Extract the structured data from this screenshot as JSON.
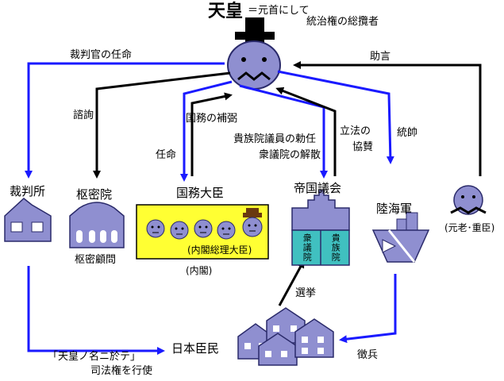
{
  "emperor": {
    "title": "天皇",
    "desc_line1": "＝元首にして",
    "desc_line2": "統治権の総攬者"
  },
  "edges": {
    "appoint_judges": "裁判官の任命",
    "advice": "助言",
    "consultation": "諮詢",
    "ministers_assist": "国務の補弼",
    "appointment": "任命",
    "peers_appointment": "貴族院議員の勅任",
    "dissolution": "衆議院の解散",
    "legislation_consent": "立法の",
    "legislation_consent2": "協賛",
    "command": "統帥",
    "election": "選挙",
    "conscription": "徴兵"
  },
  "nodes": {
    "court": "裁判所",
    "privy_council": "枢密院",
    "privy_councilors": "枢密顧問",
    "ministers": "国務大臣",
    "prime_minister": "(内閣総理大臣)",
    "cabinet": "(内閣)",
    "diet": "帝国議会",
    "house_of_representatives": "衆議院",
    "house_of_peers": "貴族院",
    "military": "陸海軍",
    "elders": "(元老･重臣)",
    "people": "日本臣民"
  },
  "judicial_note": {
    "line1": "「天皇ノ名ニ於テ」",
    "line2": "司法権を行使"
  },
  "colors": {
    "fill": "#8f8fd0",
    "stroke": "#2a2a6a",
    "blue_arrow": "#1a1aff",
    "black_arrow": "#000000",
    "cabinet_box": "#ffff33",
    "diet_box": "#40c0c0"
  }
}
